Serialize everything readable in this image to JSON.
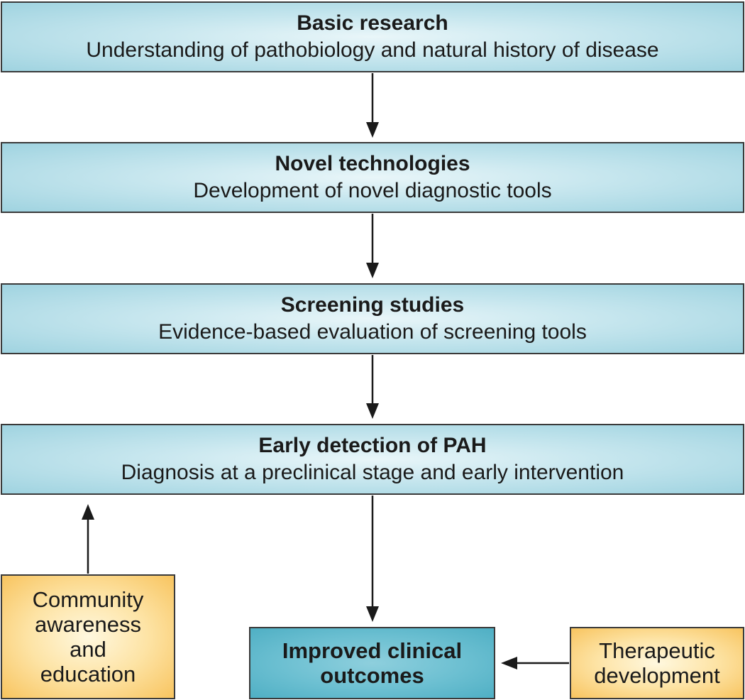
{
  "stages": [
    {
      "title": "Basic research",
      "description": "Understanding of pathobiology and natural history of disease"
    },
    {
      "title": "Novel technologies",
      "description": "Development of novel diagnostic tools"
    },
    {
      "title": "Screening studies",
      "description": "Evidence-based evaluation of screening tools"
    },
    {
      "title": "Early detection of PAH",
      "description": "Diagnosis at a preclinical stage and early intervention"
    }
  ],
  "community": {
    "lines": [
      "Community",
      "awareness",
      "and",
      "education"
    ]
  },
  "outcome": {
    "lines": [
      "Improved clinical",
      "outcomes"
    ]
  },
  "therapeutic": {
    "lines": [
      "Therapeutic",
      "development"
    ]
  },
  "colors": {
    "stage_fill": "#c6e6ee",
    "outcome_fill": "#6bbfd1",
    "side_fill": "#fde3a4",
    "border": "#3a3a3a"
  }
}
